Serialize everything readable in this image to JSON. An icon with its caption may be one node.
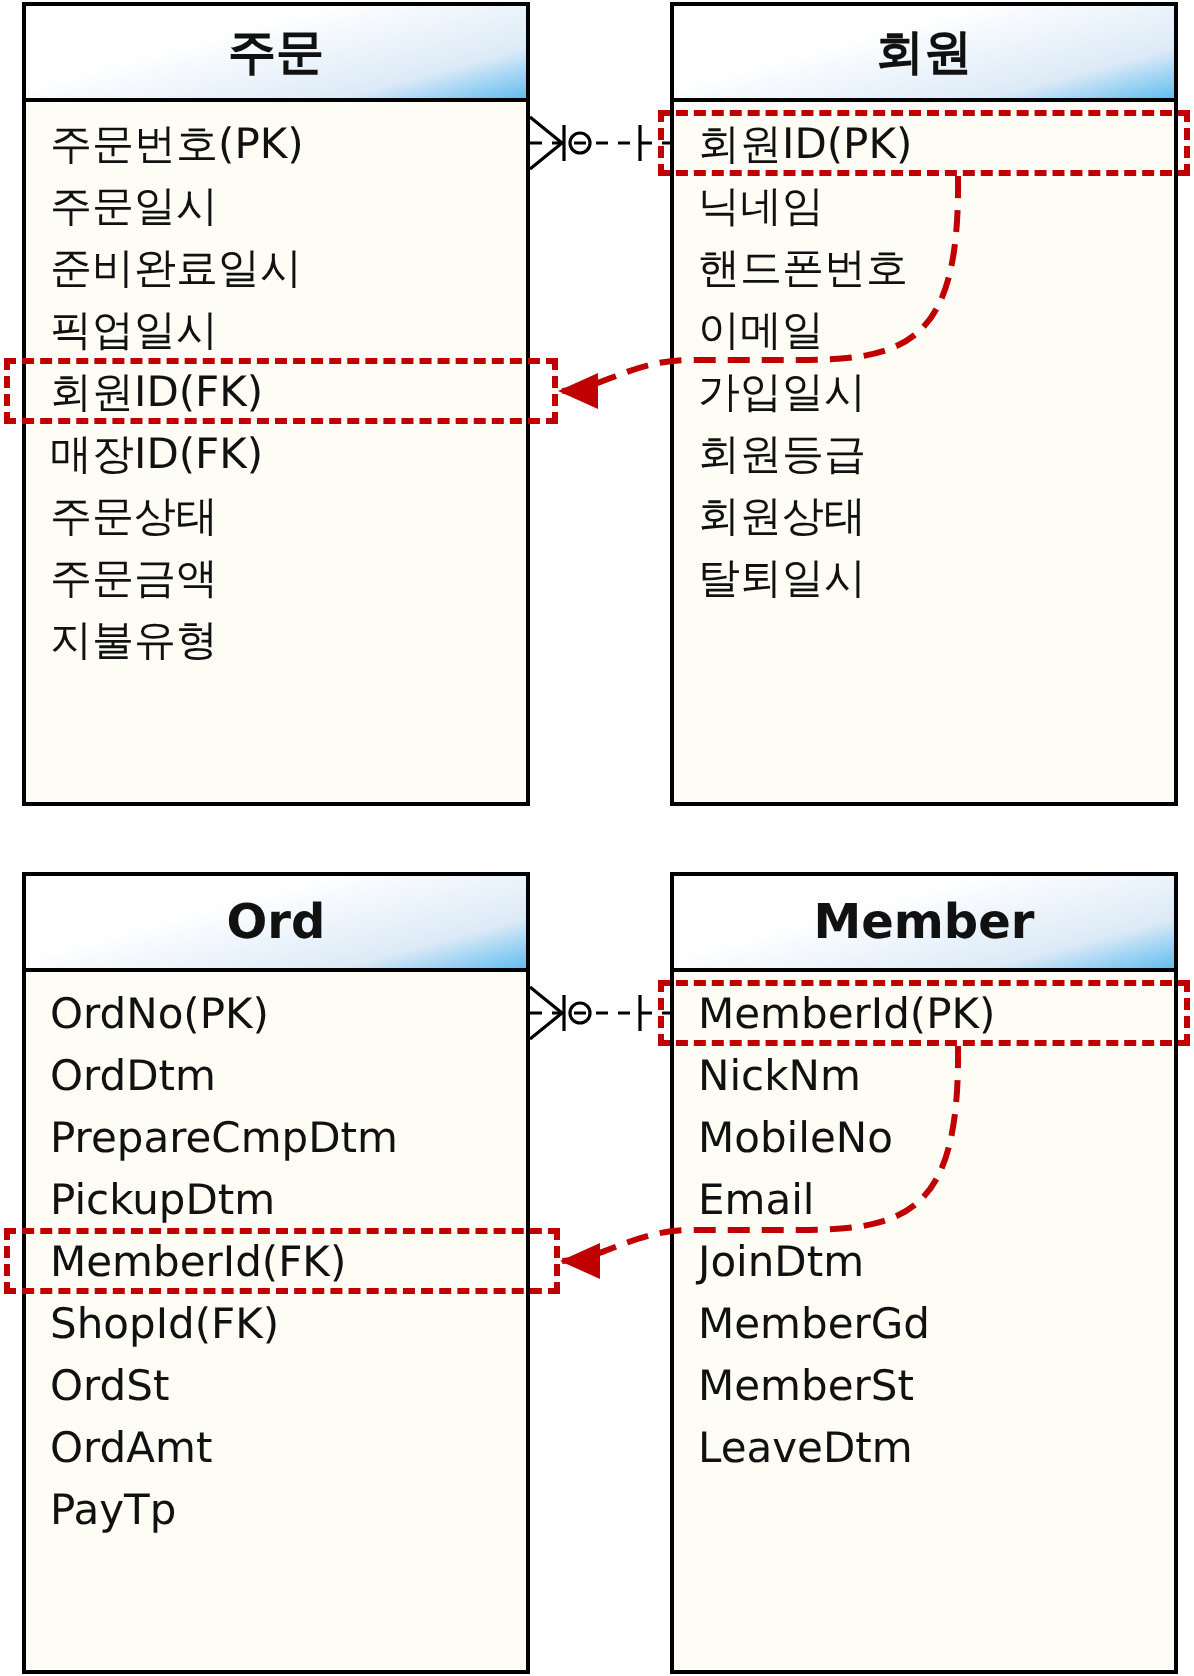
{
  "diagram": {
    "nodes": [
      {
        "text": [
          "주문",
          "주문번호(PK)",
          "주문일시",
          "준비완료일시",
          "픽업일시",
          "매장ID(FK)",
          "주문상태",
          "주문금액",
          "지불유형"
        ]
      },
      {
        "text": [
          "회원ID(FK)"
        ],
        "in": 0
      },
      {
        "text": [
          "회원",
          "닉네임",
          "핸드폰번호",
          "이메일",
          "가입일시",
          "회원등급",
          "회원상태",
          "탈퇴일시"
        ]
      },
      {
        "text": [
          "회원ID(PK)"
        ],
        "in": 2
      },
      {
        "text": [
          "Ord",
          "OrdNo(PK)",
          "OrdDtm",
          "PrepareCmpDtm",
          "PickupDtm",
          "ShopId(FK)",
          "OrdSt",
          "OrdAmt",
          "PayTp"
        ]
      },
      {
        "text": [
          "MemberId(FK)"
        ],
        "in": 4
      },
      {
        "text": [
          "Member",
          "NickNm",
          "MobileNo",
          "Email",
          "JoinDtm",
          "MemberGd",
          "MemberSt",
          "LeaveDtm"
        ]
      },
      {
        "text": [
          "MemberId(PK)"
        ],
        "in": 6
      }
    ],
    "edges": [
      {
        "from": 0,
        "to": 2,
        "arrow": "other",
        "style": "dashed"
      },
      {
        "from": 3,
        "to": 1,
        "arrow": "to",
        "style": "dashed",
        "color": "#c00000"
      },
      {
        "from": 4,
        "to": 6,
        "arrow": "other",
        "style": "dashed"
      },
      {
        "from": 7,
        "to": 5,
        "arrow": "to",
        "style": "dashed",
        "color": "#c00000"
      }
    ]
  }
}
